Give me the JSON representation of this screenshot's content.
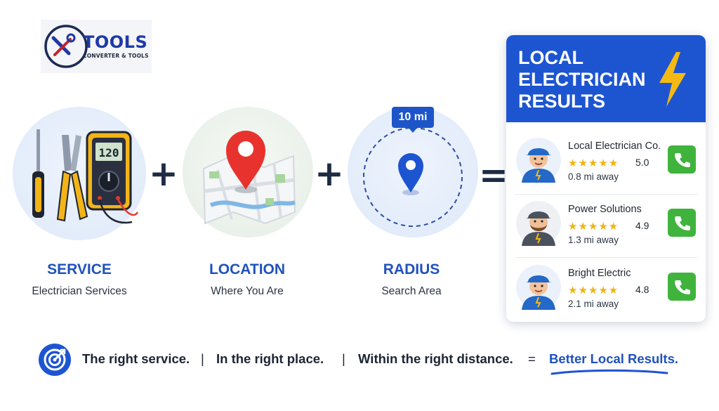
{
  "logo": {
    "title": "TOOLS",
    "subtitle": "CONVERTER & TOOLS"
  },
  "steps": [
    {
      "title": "SERVICE",
      "subtitle": "Electrician Services",
      "icon": "electrician-tools-icon"
    },
    {
      "title": "LOCATION",
      "subtitle": "Where You Are",
      "icon": "map-pin-icon"
    },
    {
      "title": "RADIUS",
      "subtitle": "Search Area",
      "icon": "radius-pin-icon"
    }
  ],
  "operators": {
    "plus": "+",
    "equals": "="
  },
  "multimeter_reading": "120",
  "radius_badge": "10 mi",
  "results": {
    "title": "LOCAL ELECTRICIAN RESULTS",
    "items": [
      {
        "name": "Local Electrician Co.",
        "stars": "★★★★★",
        "rating": "5.0",
        "distance": "0.8 mi away"
      },
      {
        "name": "Power Solutions",
        "stars": "★★★★★",
        "rating": "4.9",
        "distance": "1.3 mi away"
      },
      {
        "name": "Bright Electric",
        "stars": "★★★★★",
        "rating": "4.8",
        "distance": "2.1 mi away"
      }
    ]
  },
  "tagline": {
    "part1": "The right service.",
    "sep": "|",
    "part2": "In the right place.",
    "part3": "Within the right distance.",
    "equals": "=",
    "result": "Better Local Results."
  },
  "colors": {
    "brand_blue": "#1d55d1",
    "accent_yellow": "#f5b915",
    "pin_red": "#e8322e",
    "call_green": "#3fb33c",
    "star_gold": "#f2b311"
  }
}
